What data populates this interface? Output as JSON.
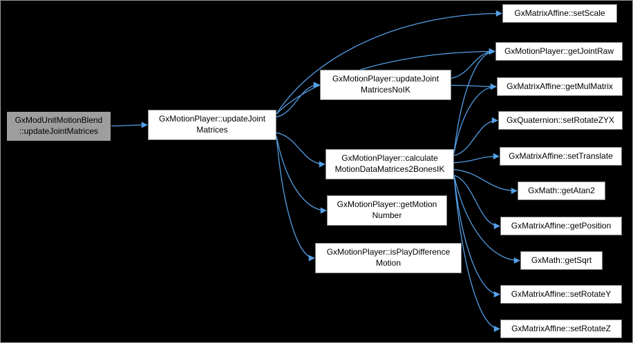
{
  "diagram": {
    "type": "call-graph",
    "background_color": "#000000",
    "edge_color": "#55a0e8",
    "node_fill": "#ffffff",
    "highlight_fill": "#9e9e9e",
    "nodes": [
      {
        "id": "blend",
        "label": "GxModUnitMotionBlend\n::updateJointMatrices",
        "highlighted": true
      },
      {
        "id": "update",
        "label": "GxMotionPlayer::updateJoint\nMatrices",
        "highlighted": false
      },
      {
        "id": "noik",
        "label": "GxMotionPlayer::updateJoint\nMatricesNoIK",
        "highlighted": false
      },
      {
        "id": "calc",
        "label": "GxMotionPlayer::calculate\nMotionDataMatrices2BonesIK",
        "highlighted": false
      },
      {
        "id": "getmotion",
        "label": "GxMotionPlayer::getMotion\nNumber",
        "highlighted": false
      },
      {
        "id": "isplaydiff",
        "label": "GxMotionPlayer::isPlayDifference\nMotion",
        "highlighted": false
      },
      {
        "id": "setscale",
        "label": "GxMatrixAffine::setScale",
        "highlighted": false
      },
      {
        "id": "getjointraw",
        "label": "GxMotionPlayer::getJointRaw",
        "highlighted": false
      },
      {
        "id": "getmulmatrix",
        "label": "GxMatrixAffine::getMulMatrix",
        "highlighted": false
      },
      {
        "id": "setrotatezyx",
        "label": "GxQuaternion::setRotateZYX",
        "highlighted": false
      },
      {
        "id": "settranslate",
        "label": "GxMatrixAffine::setTranslate",
        "highlighted": false
      },
      {
        "id": "getatan2",
        "label": "GxMath::getAtan2",
        "highlighted": false
      },
      {
        "id": "getposition",
        "label": "GxMatrixAffine::getPosition",
        "highlighted": false
      },
      {
        "id": "getsqrt",
        "label": "GxMath::getSqrt",
        "highlighted": false
      },
      {
        "id": "setrotatey",
        "label": "GxMatrixAffine::setRotateY",
        "highlighted": false
      },
      {
        "id": "setrotatez",
        "label": "GxMatrixAffine::setRotateZ",
        "highlighted": false
      }
    ],
    "edges": [
      {
        "from": "blend",
        "to": "update"
      },
      {
        "from": "update",
        "to": "setscale"
      },
      {
        "from": "update",
        "to": "getjointraw"
      },
      {
        "from": "update",
        "to": "noik"
      },
      {
        "from": "update",
        "to": "calc"
      },
      {
        "from": "update",
        "to": "getmotion"
      },
      {
        "from": "update",
        "to": "isplaydiff"
      },
      {
        "from": "noik",
        "to": "getjointraw"
      },
      {
        "from": "noik",
        "to": "getmulmatrix"
      },
      {
        "from": "calc",
        "to": "getjointraw"
      },
      {
        "from": "calc",
        "to": "getmulmatrix"
      },
      {
        "from": "calc",
        "to": "setrotatezyx"
      },
      {
        "from": "calc",
        "to": "settranslate"
      },
      {
        "from": "calc",
        "to": "getatan2"
      },
      {
        "from": "calc",
        "to": "getposition"
      },
      {
        "from": "calc",
        "to": "getsqrt"
      },
      {
        "from": "calc",
        "to": "setrotatey"
      },
      {
        "from": "calc",
        "to": "setrotatez"
      }
    ]
  }
}
